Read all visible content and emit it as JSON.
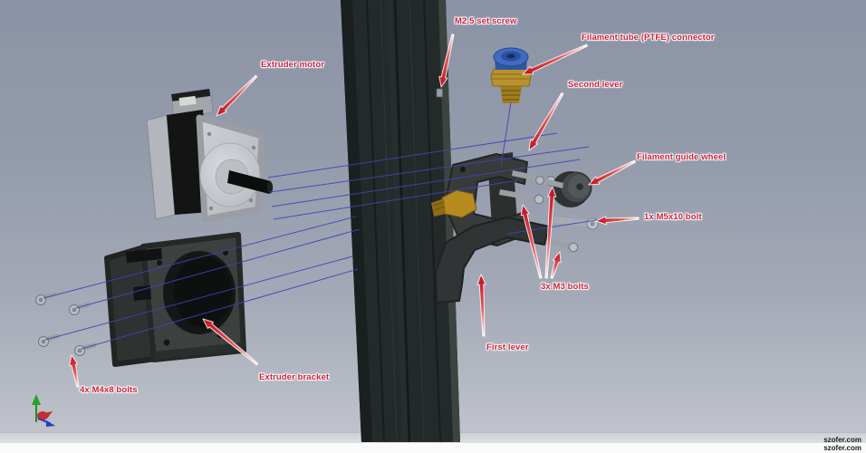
{
  "viewport": {
    "type": "cad-exploded-view",
    "watermark": [
      "szofer.com",
      "szofer.com"
    ]
  },
  "annotations": {
    "labels": [
      {
        "id": "extruder-motor",
        "text": "Extruder motor"
      },
      {
        "id": "m25-set-screw",
        "text": "M2.5 set screw"
      },
      {
        "id": "filament-tube-connector",
        "text": "Filament tube (PTFE) connector"
      },
      {
        "id": "second-lever",
        "text": "Second lever"
      },
      {
        "id": "filament-guide-wheel",
        "text": "Filament guide wheel"
      },
      {
        "id": "m5x10-bolt",
        "text": "1x M5x10 bolt"
      },
      {
        "id": "m3-bolts",
        "text": "3x M3 bolts"
      },
      {
        "id": "first-lever",
        "text": "First lever"
      },
      {
        "id": "extruder-bracket",
        "text": "Extruder bracket"
      },
      {
        "id": "m4x8-bolts",
        "text": "4x M4x8 bolts"
      }
    ]
  },
  "icons": {
    "axis_triad": "3d-axis-indicator"
  },
  "colors": {
    "label_red": "#cf1f3a",
    "arrow_red": "#c40f1e",
    "arrow_tail": "#ffeef0",
    "explode_line_blue": "#4343b4",
    "beam_dark": "#242a2a",
    "motor_silver": "#c4c8cd",
    "brass": "#b68a1f",
    "connector_blue": "#3f6cc0",
    "background_top": "#8b93a6",
    "background_bottom": "#bfc2ca",
    "axis_green": "#27a227",
    "axis_red": "#c03030",
    "axis_blue": "#2a35c0"
  }
}
